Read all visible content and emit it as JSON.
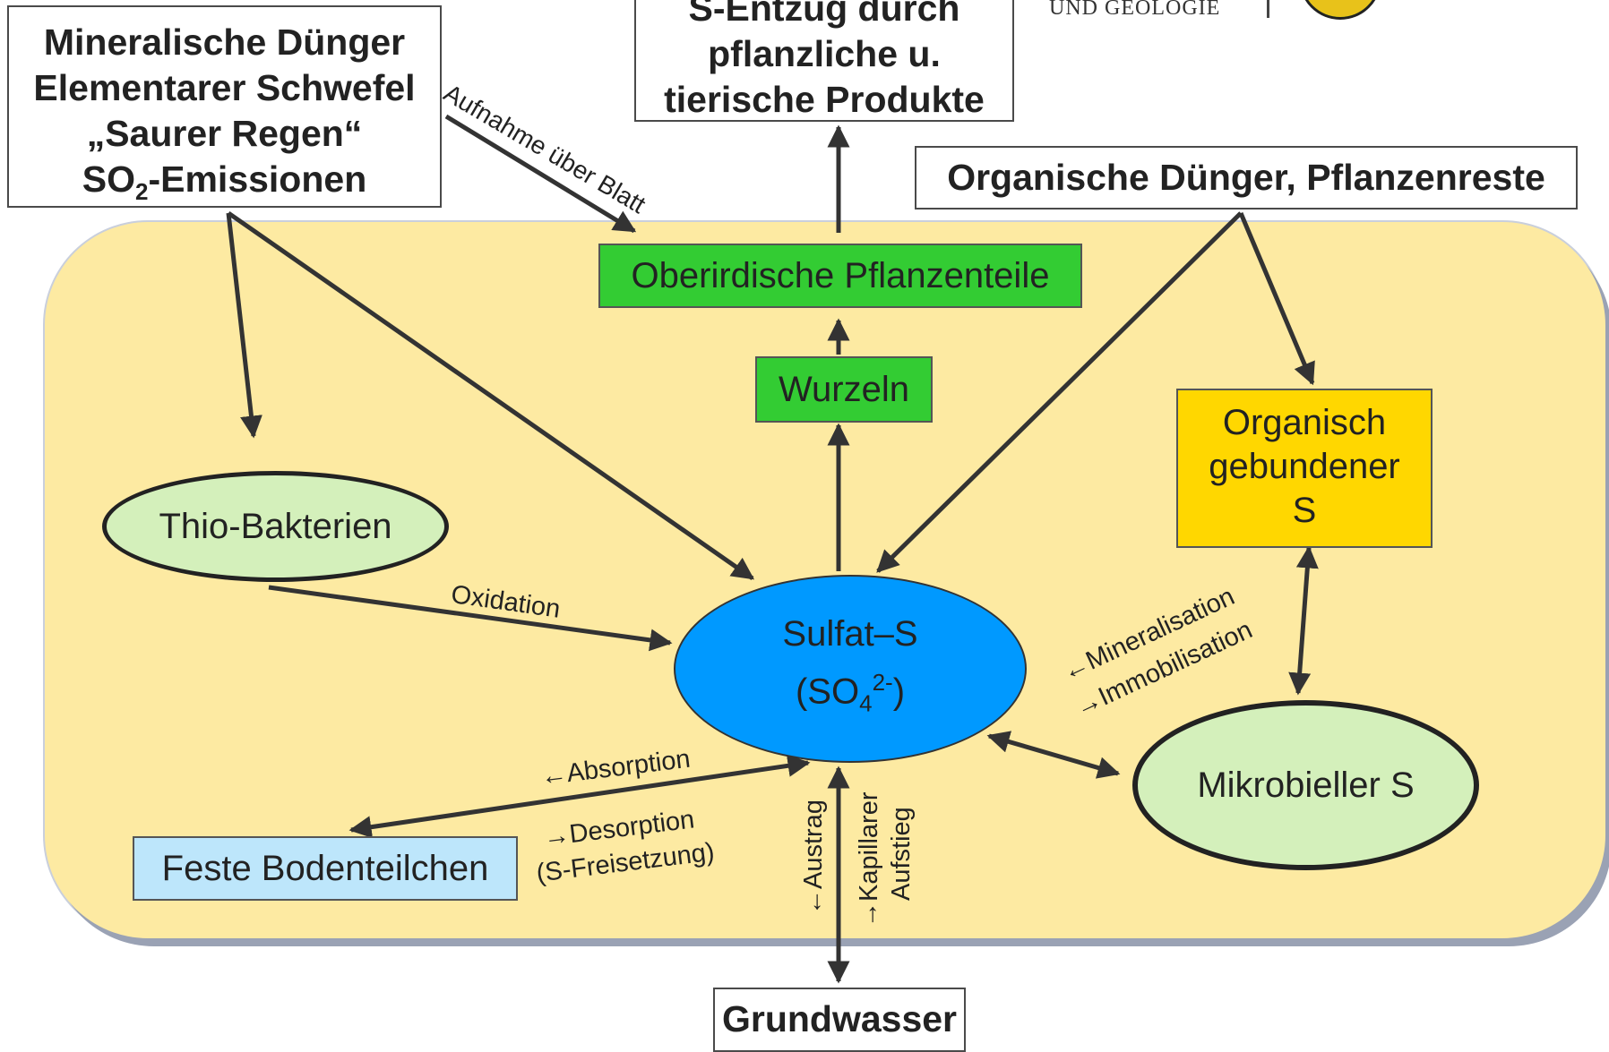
{
  "header": {
    "logo_text": "UND GEOLOGIE"
  },
  "boxes": {
    "mineral": {
      "line1": "Mineralische Dünger",
      "line2": "Elementarer Schwefel",
      "line3": "„Saurer Regen“",
      "line4_pre": "SO",
      "line4_sub": "2",
      "line4_post": "-Emissionen"
    },
    "entzug": {
      "line1": "S-Entzug durch",
      "line2": "pflanzliche u.",
      "line3": "tierische Produkte"
    },
    "organische": "Organische Dünger, Pflanzenreste",
    "oberirdisch": "Oberirdische Pflanzenteile",
    "wurzeln": "Wurzeln",
    "org_gebunden": {
      "line1": "Organisch",
      "line2": "gebundener",
      "line3": "S"
    },
    "feste": "Feste Bodenteilchen",
    "grundwasser": "Grundwasser"
  },
  "ellipses": {
    "thio": "Thio-Bakterien",
    "sulfat": {
      "line1": "Sulfat–S",
      "line2_pre": "(SO",
      "line2_sub": "4",
      "line2_sup": "2-",
      "line2_post": ")"
    },
    "mikro": "Mikrobieller S"
  },
  "labels": {
    "aufnahme": "Aufnahme über Blatt",
    "oxidation": "Oxidation",
    "mineralisation": "←Mineralisation",
    "immobilisation": "→Immobilisation",
    "absorption": "←Absorption",
    "desorption": "→Desorption",
    "freisetzung": "(S-Freisetzung)",
    "austrag": "←Austrag",
    "kapillarer": "→Kapillarer",
    "aufstieg": "Aufstieg"
  },
  "colors": {
    "soil": "#fdeaa2",
    "green_box": "#33cc33",
    "sulfat": "#0099ff",
    "light_green": "#d4f0bb",
    "org_yellow": "#ffd700",
    "light_blue": "#bde6fb",
    "arrow": "#333333"
  }
}
